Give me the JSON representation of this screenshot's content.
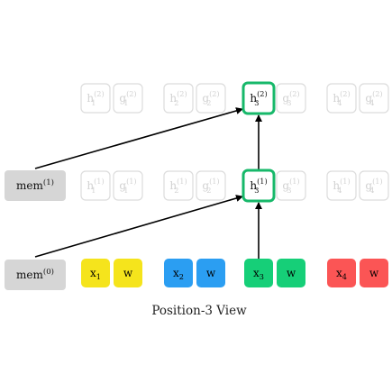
{
  "colors": {
    "x1": "#f5e41c",
    "x2": "#2b9ef2",
    "x3": "#16cf78",
    "x4": "#fb5555",
    "w": "#f5e41c",
    "mem_box": "#d6d6d6",
    "highlight": "#17b86a",
    "faded": "#dcdcdc",
    "arrow": "#000000"
  },
  "mem": [
    {
      "base": "mem",
      "sup": "(1)"
    },
    {
      "base": "mem",
      "sup": "(0)"
    }
  ],
  "tokens": [
    {
      "x_base": "x",
      "x_sub": "1",
      "w": "w",
      "color": "#f5e41c",
      "w_color": "#f5e41c",
      "text_color": "#000000"
    },
    {
      "x_base": "x",
      "x_sub": "2",
      "w": "w",
      "color": "#2b9ef2",
      "w_color": "#2b9ef2",
      "text_color": "#000000"
    },
    {
      "x_base": "x",
      "x_sub": "3",
      "w": "w",
      "color": "#16cf78",
      "w_color": "#16cf78",
      "text_color": "#000000"
    },
    {
      "x_base": "x",
      "x_sub": "4",
      "w": "w",
      "color": "#fb5555",
      "w_color": "#fb5555",
      "text_color": "#000000"
    }
  ],
  "layer2": [
    {
      "h": {
        "base": "h",
        "sub": "1",
        "sup": "(2)"
      },
      "g": {
        "base": "g",
        "sub": "1",
        "sup": "(2)"
      },
      "active": false
    },
    {
      "h": {
        "base": "h",
        "sub": "2",
        "sup": "(2)"
      },
      "g": {
        "base": "g",
        "sub": "2",
        "sup": "(2)"
      },
      "active": false
    },
    {
      "h": {
        "base": "h",
        "sub": "3",
        "sup": "(2)"
      },
      "g": {
        "base": "g",
        "sub": "3",
        "sup": "(2)"
      },
      "active": true
    },
    {
      "h": {
        "base": "h",
        "sub": "4",
        "sup": "(2)"
      },
      "g": {
        "base": "g",
        "sub": "4",
        "sup": "(2)"
      },
      "active": false
    }
  ],
  "layer1": [
    {
      "h": {
        "base": "h",
        "sub": "1",
        "sup": "(1)"
      },
      "g": {
        "base": "g",
        "sub": "1",
        "sup": "(1)"
      },
      "active": false
    },
    {
      "h": {
        "base": "h",
        "sub": "2",
        "sup": "(1)"
      },
      "g": {
        "base": "g",
        "sub": "2",
        "sup": "(1)"
      },
      "active": false
    },
    {
      "h": {
        "base": "h",
        "sub": "3",
        "sup": "(1)"
      },
      "g": {
        "base": "g",
        "sub": "3",
        "sup": "(1)"
      },
      "active": true
    },
    {
      "h": {
        "base": "h",
        "sub": "4",
        "sup": "(1)"
      },
      "g": {
        "base": "g",
        "sub": "4",
        "sup": "(1)"
      },
      "active": false
    }
  ],
  "caption": "Position-3 View"
}
